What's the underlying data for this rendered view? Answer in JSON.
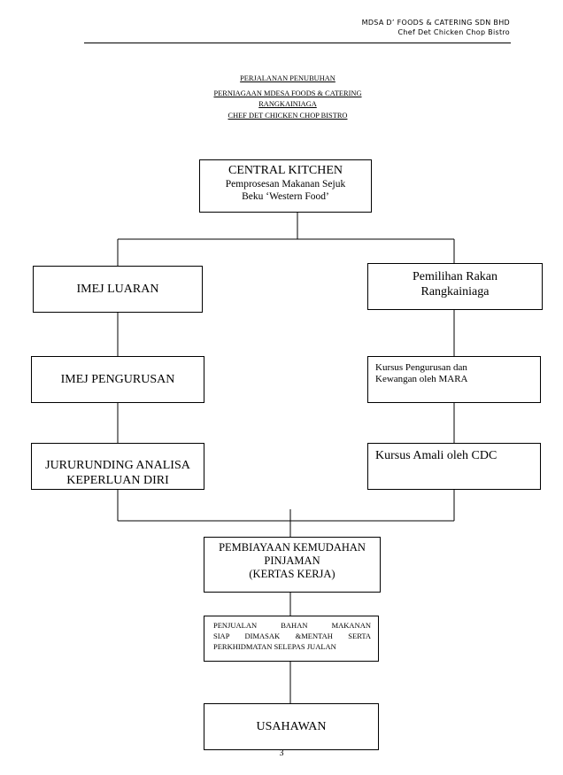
{
  "header": {
    "company": "MDSA D’ FOODS & CATERING SDN BHD",
    "subtitle": "Chef Det Chicken Chop Bistro"
  },
  "title": {
    "line1": "PERJALANAN PENUBUHAN",
    "line2": "PERNIAGAAN MDESA FOODS & CATERING",
    "line3": "RANGKAINIAGA",
    "line4": "CHEF DET CHICKEN CHOP BISTRO"
  },
  "diagram": {
    "central_kitchen": {
      "title": "CENTRAL KITCHEN",
      "line1": "Pemprosesan Makanan Sejuk",
      "line2": "Beku ‘Western Food’"
    },
    "imej_luaran": "IMEJ LUARAN",
    "pemilihan": {
      "line1": "Pemilihan Rakan",
      "line2": "Rangkainiaga"
    },
    "imej_pengurusan": "IMEJ PENGURUSAN",
    "kursus_mara": {
      "line1": "Kursus Pengurusan dan",
      "line2": "Kewangan oleh MARA"
    },
    "jururunding": {
      "line1": "JURURUNDING ANALISA",
      "line2": "KEPERLUAN DIRI"
    },
    "kursus_cdc": "Kursus Amali oleh CDC",
    "pembiayaan": {
      "line1": "PEMBIAYAAN KEMUDAHAN",
      "line2": "PINJAMAN",
      "line3": "(KERTAS KERJA)"
    },
    "penjualan": {
      "line1": "PENJUALAN BAHAN MAKANAN",
      "line2": "SIAP DIMASAK &MENTAH SERTA",
      "line3": "PERKHIDMATAN SELEPAS JUALAN"
    },
    "usahawan": "USAHAWAN"
  },
  "page_number": "3"
}
